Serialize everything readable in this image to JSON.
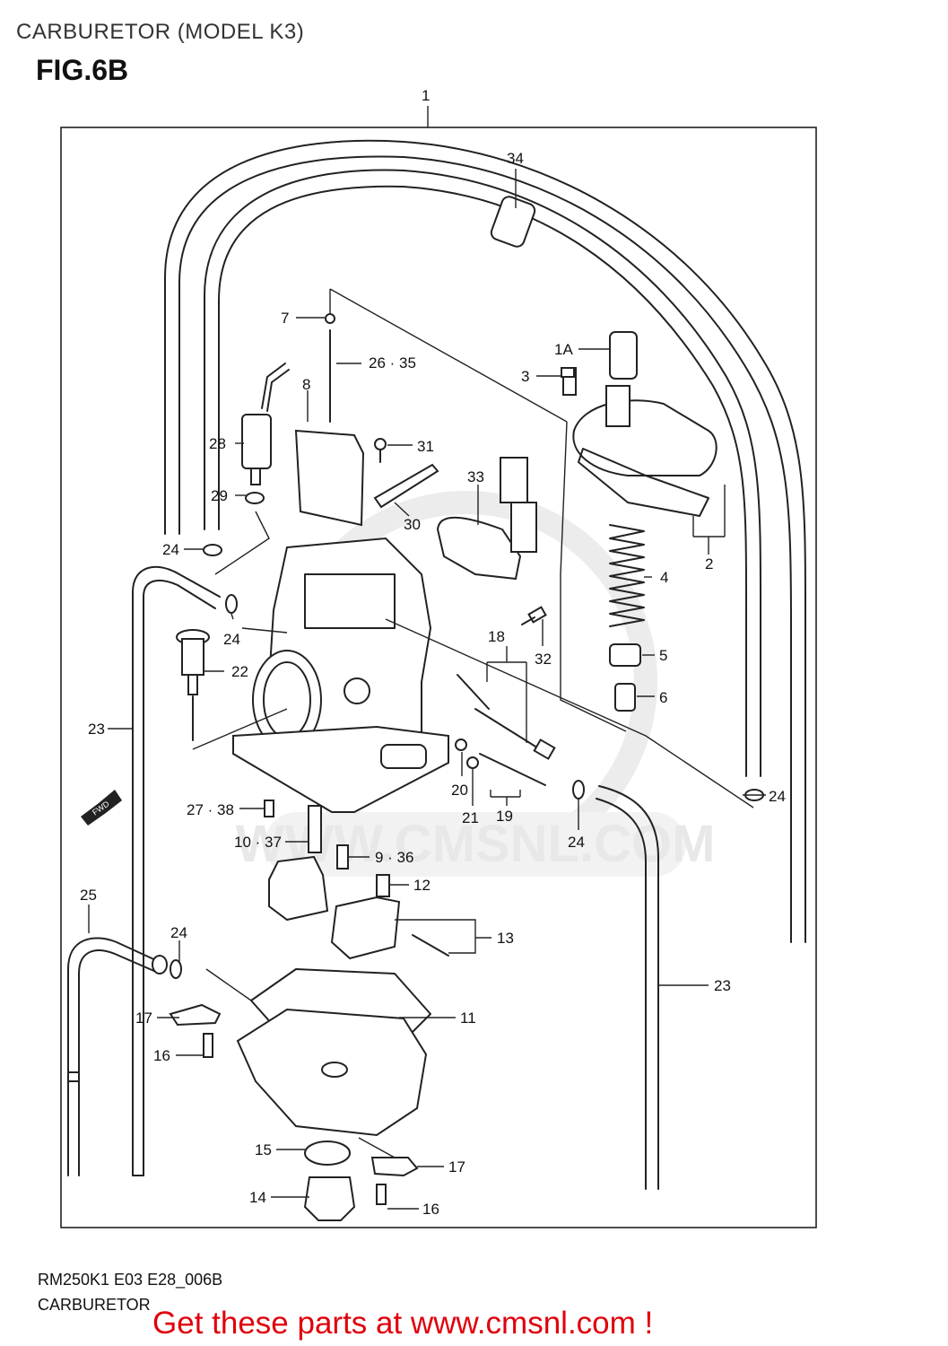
{
  "header": {
    "title": "CARBURETOR (MODEL K3)",
    "figure": "FIG.6B"
  },
  "watermark": {
    "url": "WWW.CMSNL.COM"
  },
  "callouts": {
    "c1": "1",
    "c1a": "1A",
    "c2": "2",
    "c3": "3",
    "c4": "4",
    "c5": "5",
    "c6": "6",
    "c7": "7",
    "c8": "8",
    "c9_36": "9 · 36",
    "c10_37": "10 · 37",
    "c11": "11",
    "c12": "12",
    "c13": "13",
    "c14": "14",
    "c15": "15",
    "c16a": "16",
    "c16b": "16",
    "c17a": "17",
    "c17b": "17",
    "c18": "18",
    "c19": "19",
    "c20": "20",
    "c21": "21",
    "c22": "22",
    "c23a": "23",
    "c23b": "23",
    "c24a": "24",
    "c24b": "24",
    "c24c": "24",
    "c24d": "24",
    "c24e": "24",
    "c25": "25",
    "c26_35": "26 · 35",
    "c27_38": "27 · 38",
    "c28": "28",
    "c29": "29",
    "c30": "30",
    "c31": "31",
    "c32": "32",
    "c33": "33",
    "c34": "34",
    "fwd": "FWD"
  },
  "footer": {
    "code": "RM250K1 E03 E28_006B",
    "name": "CARBURETOR",
    "cta": "Get these parts at www.cmsnl.com !"
  }
}
